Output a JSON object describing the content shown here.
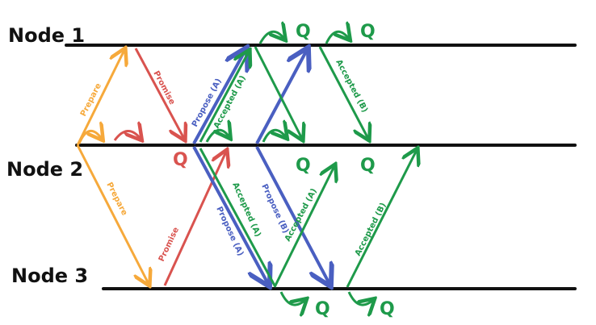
{
  "colors": {
    "prepare": "#f6a93b",
    "promise": "#d9534f",
    "propose": "#4a5fc1",
    "accepted": "#1e9a4a",
    "timeline": "#111111"
  },
  "nodes": [
    {
      "label": "Node 1"
    },
    {
      "label": "Node 2"
    },
    {
      "label": "Node 3"
    }
  ],
  "messages": {
    "prepare": "Prepare",
    "promise": "Promise",
    "propose_a": "Propose (A)",
    "propose_b": "Propose (B)",
    "accepted_a": "Accepted (A)",
    "accepted_b": "Accepted (B)"
  },
  "q_mark": "Q"
}
